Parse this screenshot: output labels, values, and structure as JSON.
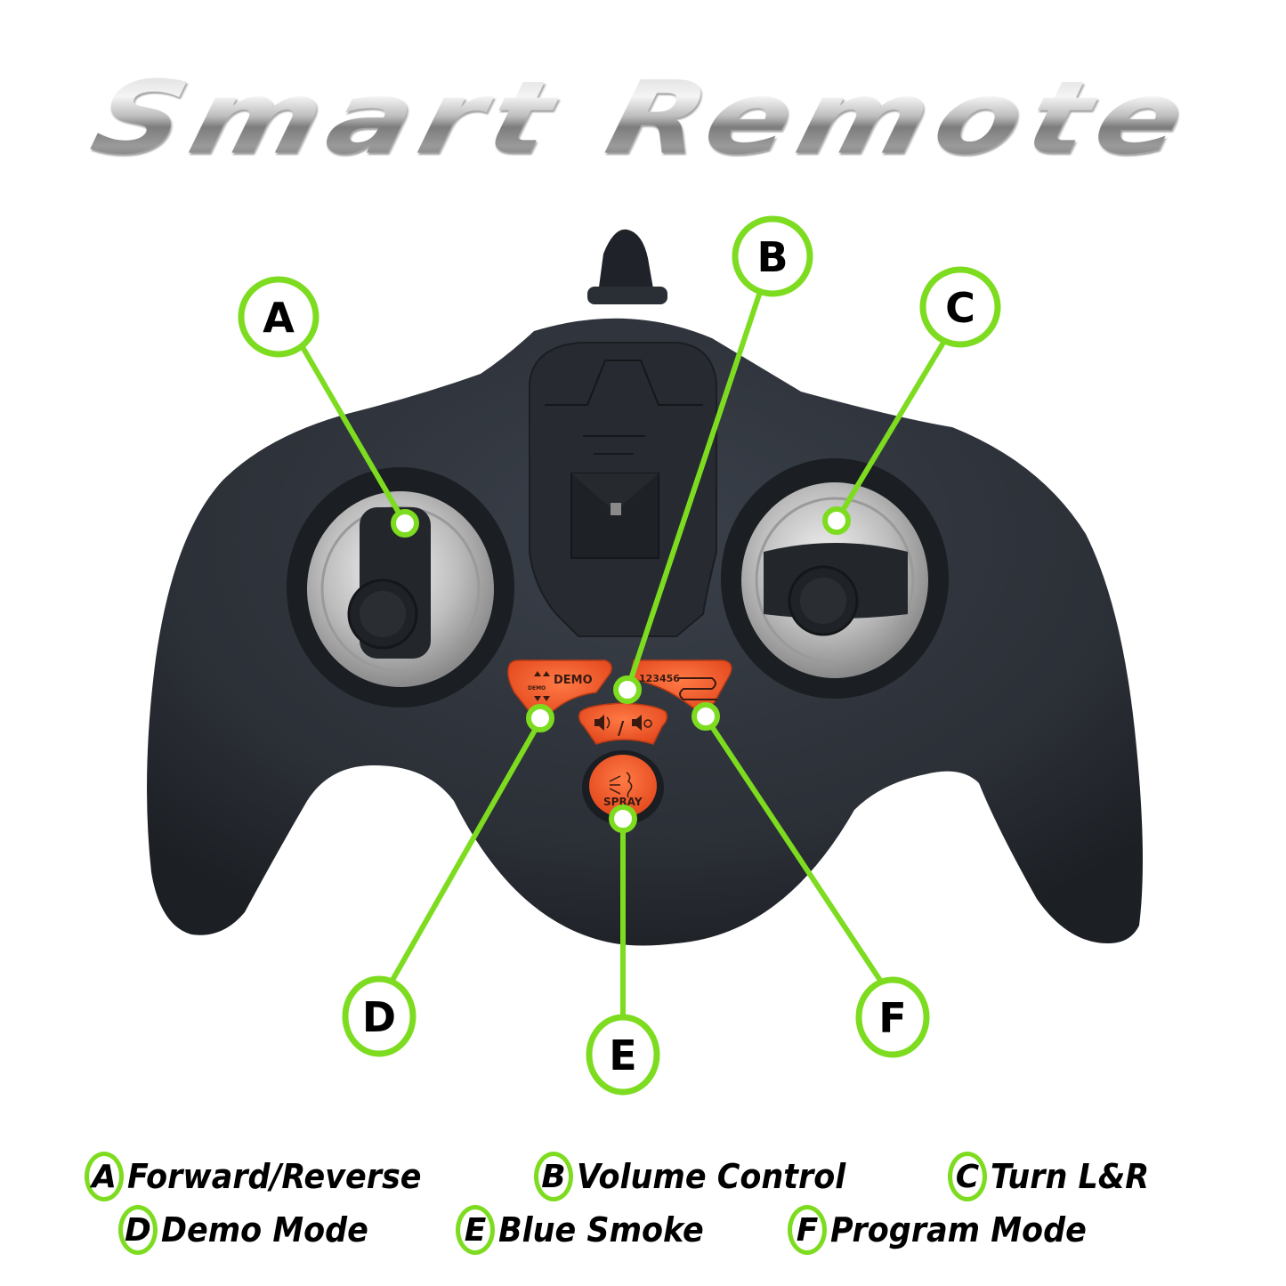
{
  "title": "Smart Remote",
  "colors": {
    "callout_green": "#7ddc1f",
    "remote_body": "#2b2f36",
    "button_orange": "#f0592b",
    "chrome": "#c9c9c9"
  },
  "callouts": [
    {
      "letter": "A",
      "target": "left-joystick"
    },
    {
      "letter": "B",
      "target": "volume-button"
    },
    {
      "letter": "C",
      "target": "right-joystick"
    },
    {
      "letter": "D",
      "target": "demo-button"
    },
    {
      "letter": "E",
      "target": "spray-button"
    },
    {
      "letter": "F",
      "target": "program-button"
    }
  ],
  "buttons": {
    "demo": {
      "label": "DEMO",
      "sublabel": "DEMO"
    },
    "program": {
      "label": "123456"
    },
    "volume": {
      "label": "/"
    },
    "spray": {
      "label": "SPRAY"
    }
  },
  "legend": {
    "row1": [
      {
        "letter": "A",
        "text": "Forward/Reverse"
      },
      {
        "letter": "B",
        "text": "Volume Control"
      },
      {
        "letter": "C",
        "text": "Turn L&R"
      }
    ],
    "row2": [
      {
        "letter": "D",
        "text": "Demo Mode"
      },
      {
        "letter": "E",
        "text": "Blue Smoke"
      },
      {
        "letter": "F",
        "text": "Program Mode"
      }
    ]
  }
}
